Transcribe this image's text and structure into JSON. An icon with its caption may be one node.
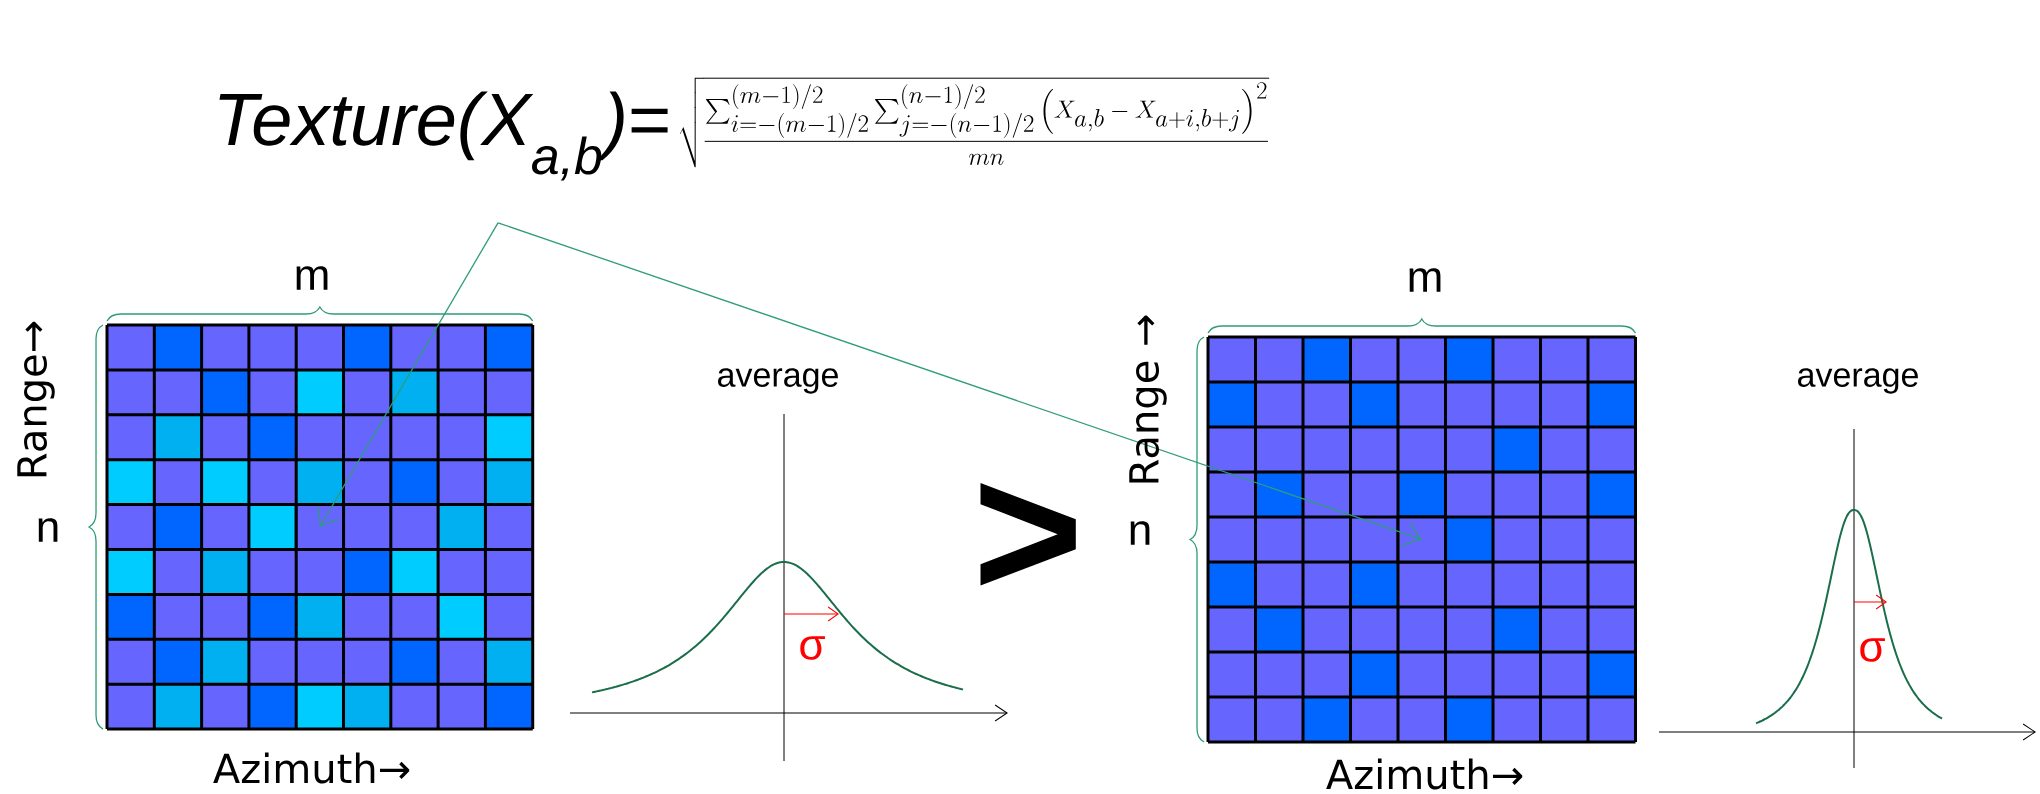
{
  "diagram": {
    "nodes": [
      {
        "text": [
          "\\textit{Texture(X}_{\\textit{a,b}}\\textit{)}\\textrm{=}"
        ]
      },
      {
        "text": [],
        "shape": "box"
      },
      {
        "text": [],
        "shape": "box"
      }
    ],
    "edges": [
      {
        "from": 0,
        "to": 1,
        "arrow": "to"
      },
      {
        "from": 0,
        "to": 2,
        "arrow": "to"
      }
    ],
    "labels": [
      "\\sqrt{\\dfrac{\\textstyle\\sum_{i=-(m-1)/2}^{(m-1)/2}\\sum_{j=-(n-1)/2}^{(n-1)/2}\\left(X_{a,b}-X_{a+i,b+j}\\right)^2}{mn}}",
      "m",
      "Range→",
      "n",
      "average",
      "σ",
      "Azimuth→",
      ">",
      "m",
      "Range →",
      "n",
      "average",
      "σ",
      "Azimuth→"
    ]
  }
}
